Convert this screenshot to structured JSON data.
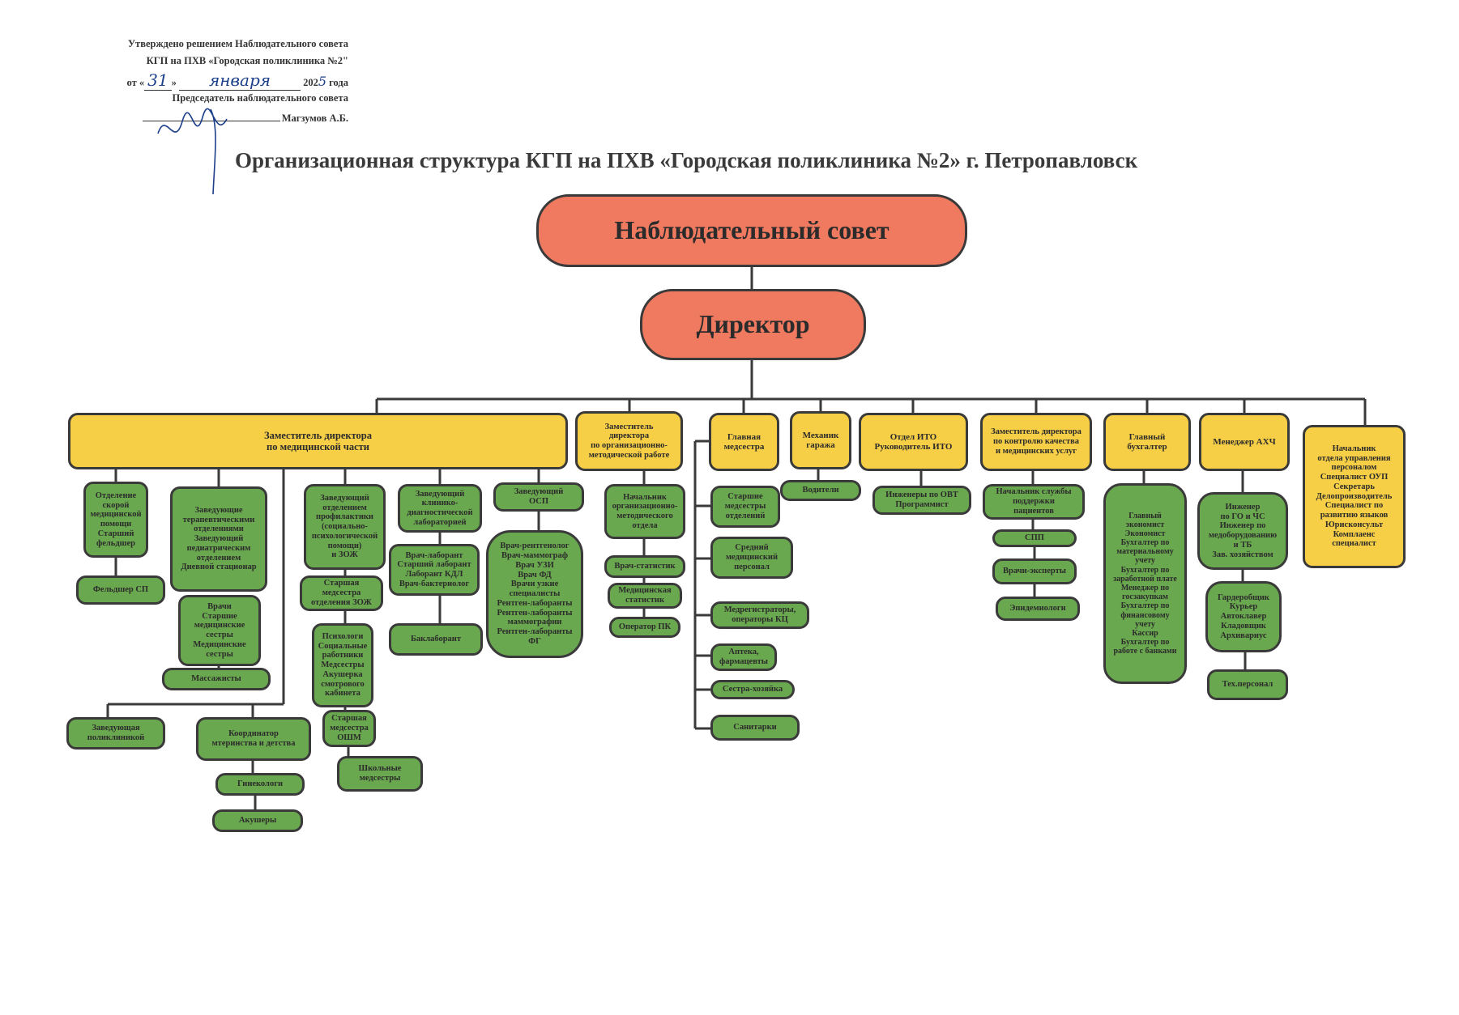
{
  "approval": {
    "line1": "Утверждено решением Наблюдательного совета",
    "line2": "КГП на ПХВ «Городская поликлиника №2\"",
    "date_prefix": "от «",
    "date_day": "31",
    "date_mid": "»",
    "date_month": "января",
    "date_year_prefix": "202",
    "date_year_digit": "5",
    "date_suffix": "года",
    "line4": "Председатель наблюдательного совета",
    "signer": "Магзумов А.Б."
  },
  "title": "Организационная структура КГП на ПХВ «Городская поликлиника №2» г. Петропавловск",
  "colors": {
    "green": "#6aa84f",
    "yellow": "#f7cf46",
    "red": "#f07a60",
    "line": "#3a3a3a"
  },
  "top": {
    "council": "Наблюдательный совет",
    "director": "Директор"
  },
  "deputies": {
    "medical": "Заместитель директора\nпо медицинской части",
    "method": "Заместитель\nдиректора\nпо организационно-\nметодической работе",
    "head_nurse": "Главная\nмедсестра",
    "garage": "Механик\nгаража",
    "ito": "Отдел ИТО\nРуководитель ИТО",
    "quality": "Заместитель директора\nпо контролю качества\nи медицинских услуг",
    "accountant": "Главный\nбухгалтер",
    "ahch": "Менеджер АХЧ",
    "hr": "Начальник\nотдела управления\nперсоналом\nСпециалист ОУП\nСекретарь\nДелопроизводитель\nСпециалист по\nразвитию языков\nЮрисконсульт\nКомплаенс\nспециалист"
  },
  "medical": {
    "ambulance": "Отделение\nскорой\nмедицинской\nпомощи\nСтарший\nфельдшер",
    "paramedic": "Фельдшер СП",
    "therapy_heads": "Заведующие\nтерапевтическими\nотделениями\nЗаведующий\nпедиатрическим\nотделением\nДневной стационар",
    "doctors": "Врачи\nСтаршие\nмедицинские\nсестры\nМедицинские\nсестры",
    "massage": "Массажисты",
    "prevention_head": "Заведующий\nотделением\nпрофилактики\n(социально-\nпсихологической\nпомощи)\nи ЗОЖ",
    "senior_nurse_zozh": "Старшая\nмедсестра\nотделения ЗОЖ",
    "psychologists": "Психологи\nСоциальные\nработники\nМедсестры\nАкушерка\nсмотрового\nкабинета",
    "senior_nurse_osh": "Старшая\nмедсестра\nОШМ",
    "school_nurses": "Школьные\nмедсестры",
    "lab_head": "Заведующий\nклинико-\nдиагностической\nлабораторией",
    "lab_staff": "Врач-лаборант\nСтарший лаборант\nЛаборант КДЛ\nВрач-бактериолог",
    "bacteriologist": "Баклаборант",
    "osp_head": "Заведующий\nОСП",
    "osp_staff": "Врач-рентгенолог\nВрач-маммограф\nВрач УЗИ\nВрач ФД\nВрачи узкие\nспециалисты\nРентген-лаборанты\nРентген-лаборанты\nмаммографии\nРентген-лаборанты\nФГ",
    "clinic_head": "Заведующая\nполиклиникой",
    "maternity": "Координатор\nмтеринства и детства",
    "gynecologists": "Гинекологи",
    "midwives": "Акушеры"
  },
  "method": {
    "head": "Начальник\nорганизационно-\nметодического\nотдела",
    "statistician": "Врач-статистик",
    "med_stat": "Медицинская\nстатистик",
    "pc_operator": "Оператор ПК"
  },
  "nurse": {
    "senior": "Старшие\nмедсестры\nотделений",
    "middle": "Средний\nмедицинский\nперсонал",
    "registrars": "Медрегистраторы,\nоператоры КЦ",
    "pharmacy": "Аптека,\nфармацевты",
    "housekeeper": "Сестра-хозяйка",
    "orderlies": "Санитарки"
  },
  "garage": {
    "drivers": "Водители"
  },
  "ito": {
    "engineers": "Инженеры по ОВТ\nПрограммист"
  },
  "quality": {
    "support": "Начальник службы\nподдержки\nпациентов",
    "spp": "СПП",
    "experts": "Врачи-эксперты",
    "epidemiologists": "Эпидемиологи"
  },
  "accountant": {
    "staff": "Главный\nэкономист\nЭкономист\nБухгалтер по\nматериальному\nучету\nБухгалтер по\nзаработной плате\nМенеджер по\nгосзакупкам\nБухгалтер по\nфинансовому\nучету\nКассир\nБухгалтер по\nработе с банками"
  },
  "ahch": {
    "engineers": "Инженер\nпо ГО и ЧС\nИнженер по\nмедоборудованию\nи ТБ\nЗав. хозяйством",
    "staff": "Гардеробщик\nКурьер\nАвтоклавер\nКладовщик\nАрхивариус",
    "tech": "Тех.персонал"
  }
}
